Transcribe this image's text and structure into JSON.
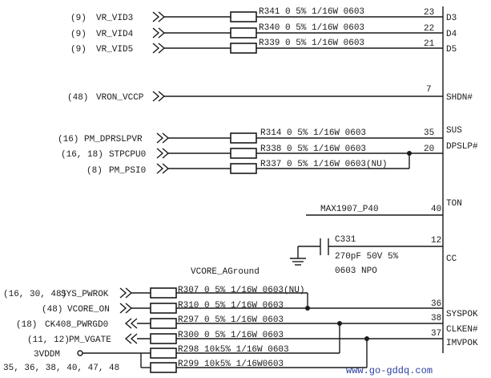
{
  "signals": [
    {
      "ref": "(9)",
      "name": "VR_VID3"
    },
    {
      "ref": "(9)",
      "name": "VR_VID4"
    },
    {
      "ref": "(9)",
      "name": "VR_VID5"
    },
    {
      "ref": "(48)",
      "name": "VRON_VCCP"
    },
    {
      "ref": "(16)",
      "name": "PM_DPRSLPVR"
    },
    {
      "ref": "(16, 18)",
      "name": "STPCPU0"
    },
    {
      "ref": "(8)",
      "name": "PM_PSI0"
    },
    {
      "ref": "(16, 30, 48)",
      "name": "SYS_PWROK"
    },
    {
      "ref": "(48)",
      "name": "VCORE_ON"
    },
    {
      "ref": "(18)",
      "name": "CK408_PWRGD0"
    },
    {
      "ref": "(11, 12)",
      "name": "PM_VGATE"
    }
  ],
  "resistors": [
    "R341 0 5% 1/16W 0603",
    "R340 0 5% 1/16W 0603",
    "R339 0 5% 1/16W 0603",
    "R314 0 5% 1/16W 0603",
    "R338 0 5% 1/16W 0603",
    "R337 0 5% 1/16W 0603(NU)",
    "R307 0 5% 1/16W 0603(NU)",
    "R310 0 5% 1/16W 0603",
    "R297 0 5% 1/16W 0603",
    "R300 0 5% 1/16W 0603",
    "R298 10k5% 1/16W 0603",
    "R299 10k5% 1/16W0603"
  ],
  "pins": [
    {
      "num": "23",
      "name": "D3"
    },
    {
      "num": "22",
      "name": "D4"
    },
    {
      "num": "21",
      "name": "D5"
    },
    {
      "num": "7",
      "name": "SHDN#"
    },
    {
      "num": "35",
      "name": "SUS"
    },
    {
      "num": "20",
      "name": "DPSLP#"
    },
    {
      "num": "40",
      "name": "TON"
    },
    {
      "num": "12",
      "name": "CC"
    },
    {
      "num": "36",
      "name": "SYSPOK"
    },
    {
      "num": "38",
      "name": "CLKEN#"
    },
    {
      "num": "37",
      "name": "IMVPOK"
    }
  ],
  "power": {
    "name": "3VDDM",
    "refs": "35, 36, 38, 40, 47, 48"
  },
  "ton_net": "MAX1907_P40",
  "capacitor": {
    "ref": "C331",
    "value": "270pF 50V 5%",
    "type": "0603 NPO"
  },
  "ground_label": "VCORE_AGround",
  "watermark": "www.go-gddq.com"
}
